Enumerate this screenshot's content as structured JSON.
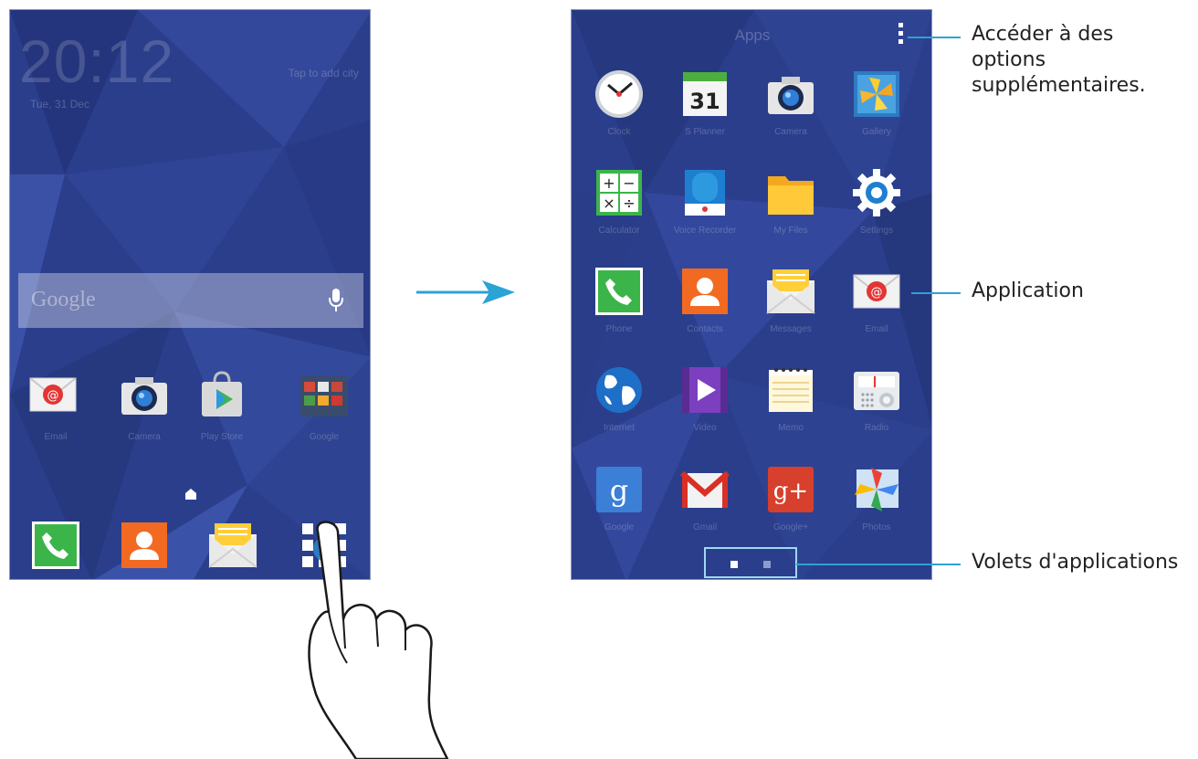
{
  "home": {
    "clock_time": "20:12",
    "clock_date": "Tue, 31 Dec",
    "add_city": "Tap to add city",
    "search_label": "Google",
    "apps": [
      {
        "label": "Email",
        "icon": "email-icon"
      },
      {
        "label": "Camera",
        "icon": "camera-icon"
      },
      {
        "label": "Play Store",
        "icon": "play-store-icon"
      },
      {
        "label": "Google",
        "icon": "google-folder-icon"
      }
    ],
    "dock": [
      {
        "icon": "phone-icon"
      },
      {
        "icon": "contacts-icon"
      },
      {
        "icon": "messages-icon"
      },
      {
        "icon": "apps-grid-icon"
      }
    ]
  },
  "apps_screen": {
    "title": "Apps",
    "apps": [
      {
        "label": "Clock",
        "icon": "clock-icon"
      },
      {
        "label": "S Planner",
        "icon": "calendar-icon",
        "badge": "31"
      },
      {
        "label": "Camera",
        "icon": "camera-icon"
      },
      {
        "label": "Gallery",
        "icon": "gallery-icon"
      },
      {
        "label": "Calculator",
        "icon": "calculator-icon"
      },
      {
        "label": "Voice Recorder",
        "icon": "voice-recorder-icon"
      },
      {
        "label": "My Files",
        "icon": "folder-icon"
      },
      {
        "label": "Settings",
        "icon": "gear-icon"
      },
      {
        "label": "Phone",
        "icon": "phone-icon"
      },
      {
        "label": "Contacts",
        "icon": "contacts-icon"
      },
      {
        "label": "Messages",
        "icon": "messages-icon"
      },
      {
        "label": "Email",
        "icon": "email-icon"
      },
      {
        "label": "Internet",
        "icon": "globe-icon"
      },
      {
        "label": "Video",
        "icon": "video-icon"
      },
      {
        "label": "Memo",
        "icon": "memo-icon"
      },
      {
        "label": "Radio",
        "icon": "radio-icon"
      },
      {
        "label": "Google",
        "icon": "google-search-icon",
        "badge": "g"
      },
      {
        "label": "Gmail",
        "icon": "gmail-icon"
      },
      {
        "label": "Google+",
        "icon": "google-plus-icon",
        "badge": "g+"
      },
      {
        "label": "Photos",
        "icon": "photos-icon"
      }
    ],
    "pages": 2,
    "current_page": 1
  },
  "callouts": {
    "more_options": "Accéder à des options supplémentaires.",
    "application": "Application",
    "app_panels": "Volets d'applications"
  },
  "colors": {
    "accent": "#2aa3d6",
    "wallpaper": "#2b3e8c",
    "pager_frame": "#9fd9ef"
  }
}
